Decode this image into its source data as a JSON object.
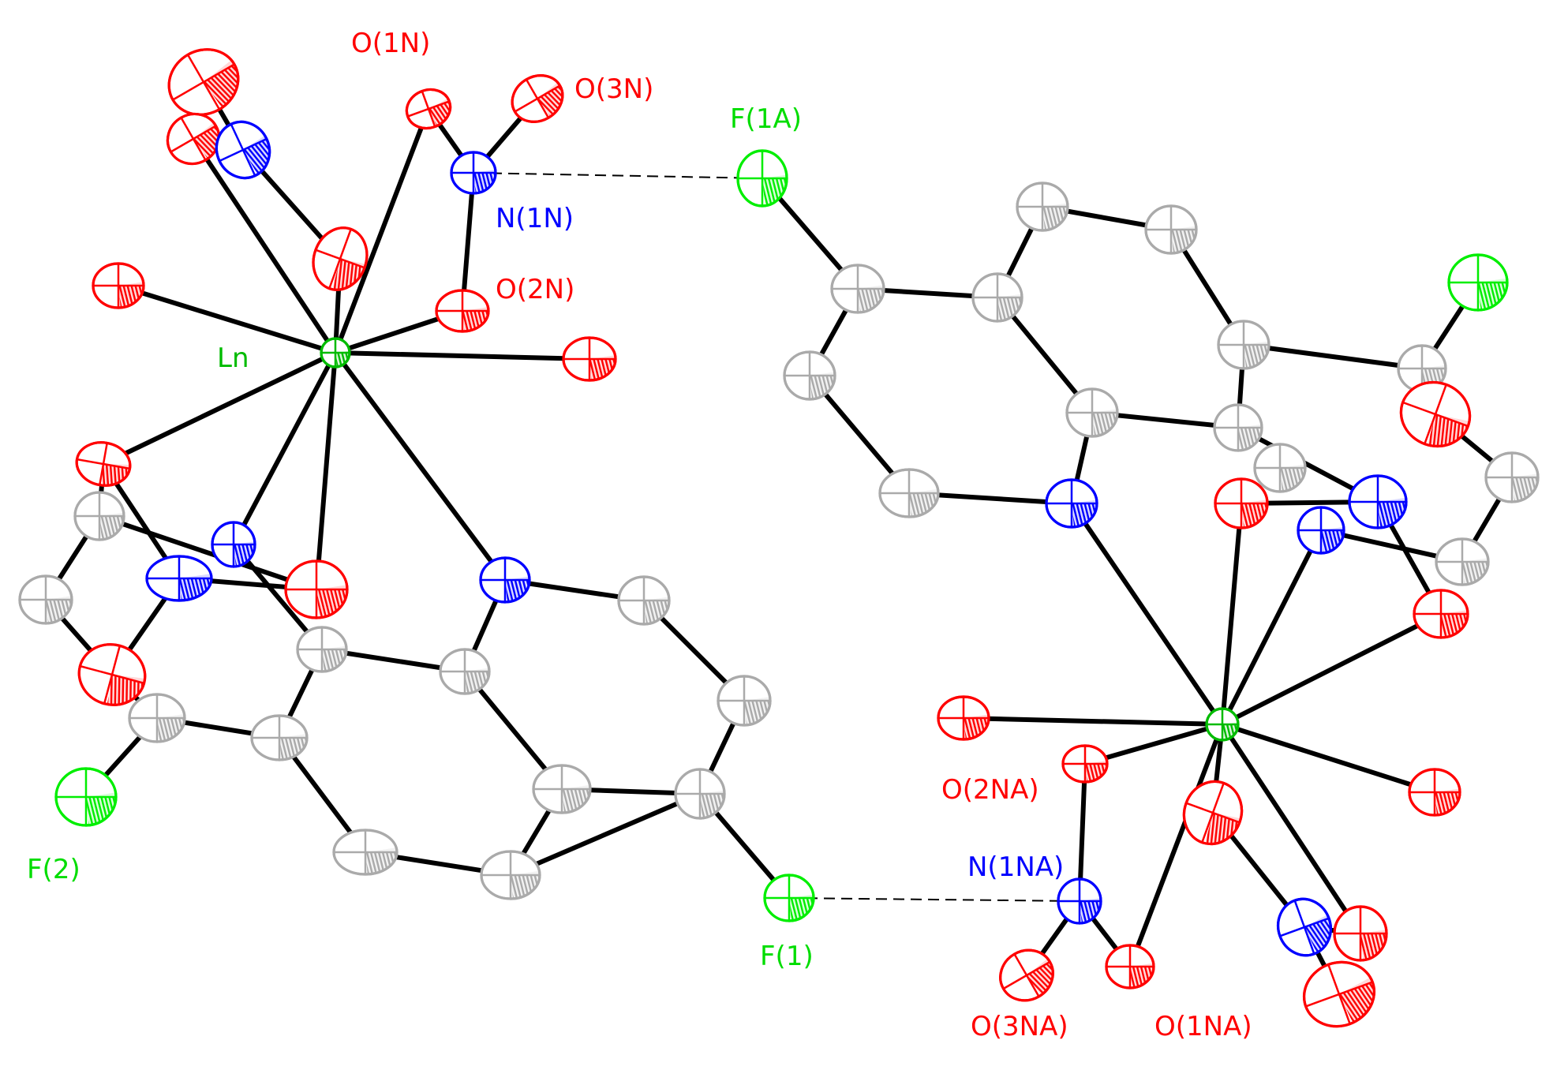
{
  "labels": {
    "O1N": "O(1N)",
    "O3N": "O(3N)",
    "N1N": "N(1N)",
    "O2N": "O(2N)",
    "Ln": "Ln",
    "F1A": "F(1A)",
    "F2": "F(2)",
    "F1": "F(1)",
    "O2NA": "O(2NA)",
    "N1NA": "N(1NA)",
    "O3NA": "O(3NA)",
    "O1NA": "O(1NA)"
  },
  "colors": {
    "oxygen": "#ff0000",
    "nitrogen": "#0000ff",
    "fluorine": "#00ee00",
    "carbon": "#aaaaaa",
    "lanthanide": "#00bb00",
    "bond": "#000000"
  }
}
